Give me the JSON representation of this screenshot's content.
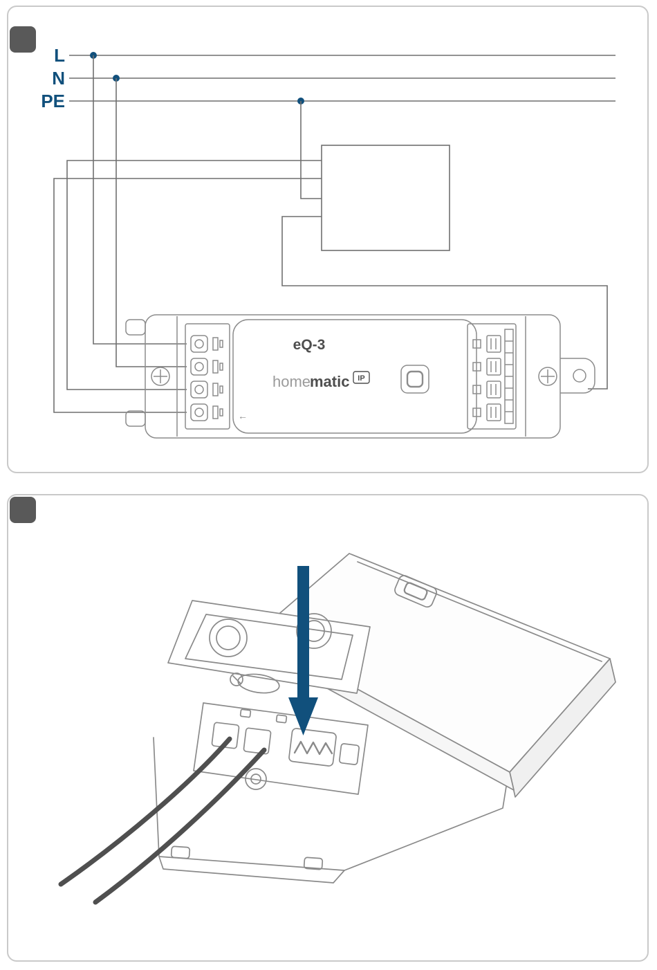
{
  "document": {
    "type": "installation-manual-figure",
    "background": "#ffffff"
  },
  "colors": {
    "accent_blue": "#11507c",
    "schematic_line": "#6f6f6f",
    "device_line": "#8c8c8c",
    "wire_dark": "#4f4f4f",
    "panel_border": "#c9c9c9",
    "step_badge_gray": "#595959",
    "brand_light_gray": "#9b9b9b",
    "brand_dark_gray": "#4e4e4e"
  },
  "panel1": {
    "name": "wiring-schematic",
    "conductors": [
      {
        "label": "L"
      },
      {
        "label": "N"
      },
      {
        "label": "PE"
      }
    ],
    "device": {
      "model": "eQ-3",
      "brand_prefix": "home",
      "brand_suffix": "matic",
      "brand_badge": "IP",
      "align_arrow": "←"
    }
  },
  "panel2": {
    "name": "wire-insertion-step"
  }
}
